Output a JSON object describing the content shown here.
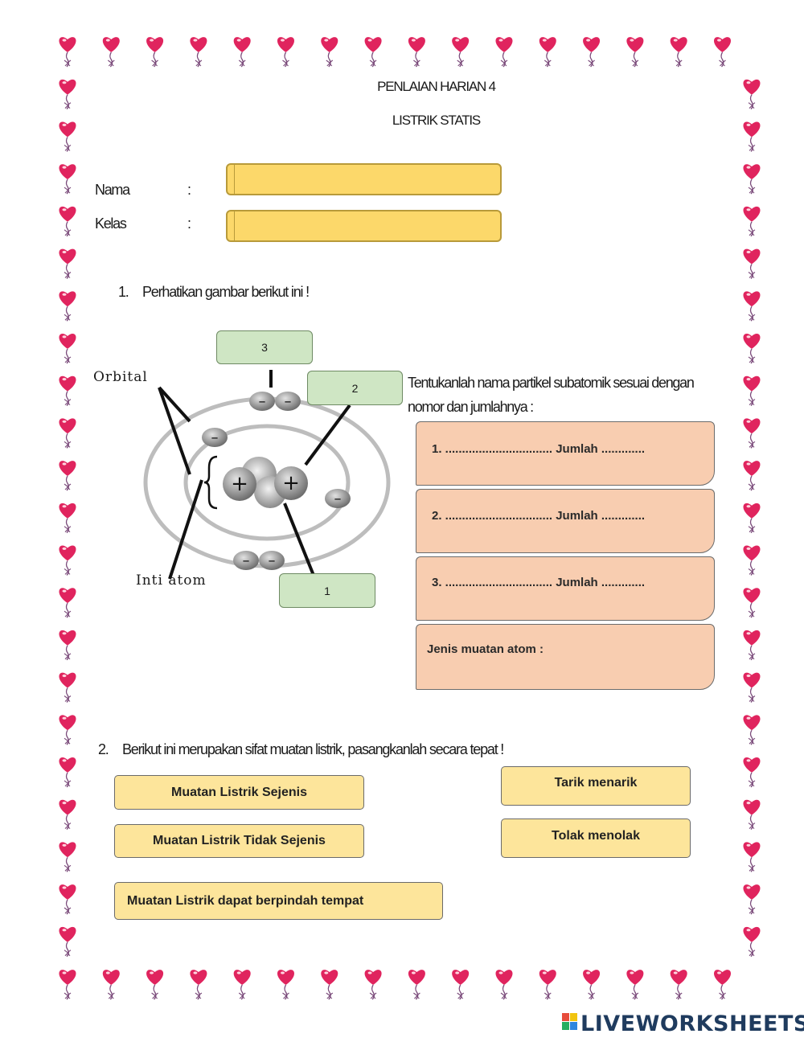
{
  "header": {
    "title": "PENLAIAN HARIAN 4",
    "subtitle": "LISTRIK STATIS"
  },
  "student": {
    "name_label": "Nama",
    "class_label": "Kelas",
    "colon": ":"
  },
  "question1": {
    "number": "1.",
    "text": "Perhatikan gambar berikut ini !",
    "diagram": {
      "orbital_label": "Orbital",
      "nucleus_label": "Inti atom",
      "box_3": "3",
      "box_2": "2",
      "box_1": "1"
    },
    "instruction": "Tentukanlah nama partikel subatomik sesuai dengan nomor dan jumlahnya :",
    "instruction_line1": "Tentukanlah nama partikel subatomik sesuai dengan",
    "instruction_line2": "nomor dan jumlahnya :",
    "answers": [
      "1. ................................ Jumlah .............",
      "2. ................................ Jumlah .............",
      "3. ................................ Jumlah ............."
    ],
    "charge_label": "Jenis muatan atom :"
  },
  "question2": {
    "number": "2.",
    "text": "Berikut ini merupakan sifat muatan listrik, pasangkanlah secara tepat !",
    "left_cards": [
      "Muatan Listrik Sejenis",
      "Muatan Listrik Tidak Sejenis",
      "Muatan Listrik dapat berpindah tempat"
    ],
    "right_cards": [
      "Tarik menarik",
      "Tolak menolak"
    ]
  },
  "brand": {
    "logo_text": "LIVEWORKSHEETS",
    "logo_icon": "liveworksheets-logo-icon"
  },
  "colors": {
    "heart": "#e0245e",
    "input_fill": "#fcd86a",
    "banner_fill": "#f8cdb0",
    "num_box_fill": "#cfe6c4",
    "card_fill": "#fde59b"
  }
}
